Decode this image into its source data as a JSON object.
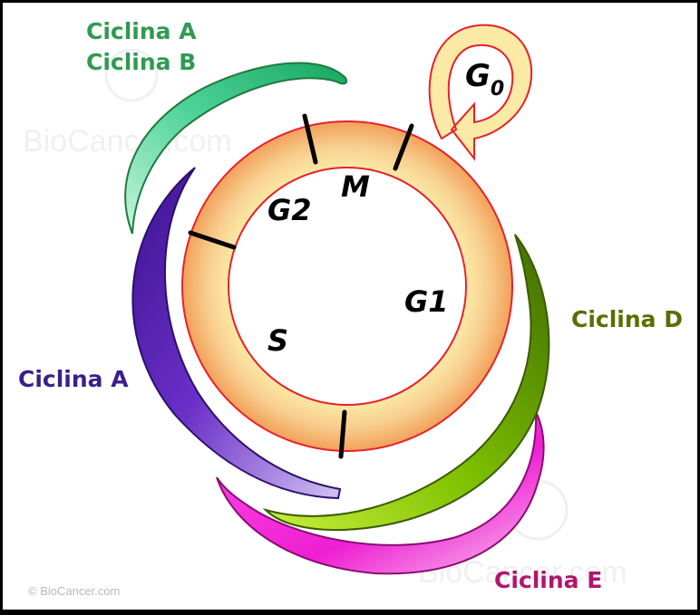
{
  "watermark": {
    "text": "BioCancer.com",
    "copyright": "© BioCancer.com"
  },
  "phases": {
    "m": "M",
    "g2": "G2",
    "s": "S",
    "g1": "G1",
    "g0_base": "G",
    "g0_sub": "0"
  },
  "cyclins": {
    "ab_line1": "Ciclina A",
    "ab_line2": "Ciclina B",
    "a": "Ciclina A",
    "d": "Ciclina D",
    "e": "Ciclina E"
  },
  "colors": {
    "ab": "#2f9a52",
    "a": "#3a1f8c",
    "d": "#5a6e00",
    "e": "#b0166e",
    "ring_edge": "#e8202a"
  }
}
